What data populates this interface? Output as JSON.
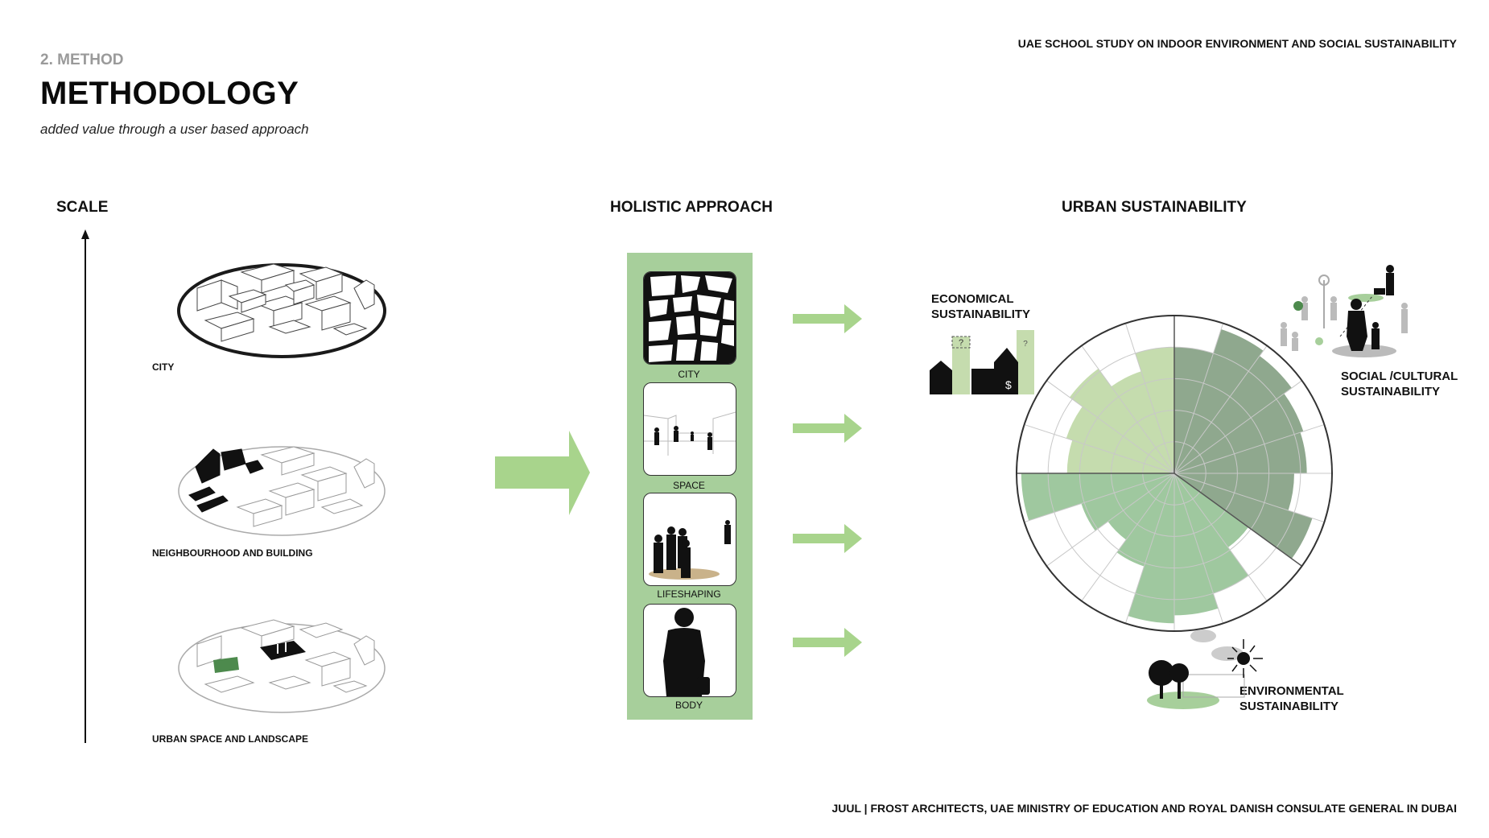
{
  "header": {
    "section": "2. METHOD",
    "title": "METHODOLOGY",
    "subtitle": "added value through a user based approach",
    "study_title": "UAE SCHOOL STUDY ON INDOOR ENVIRONMENT AND SOCIAL SUSTAINABILITY"
  },
  "footer": {
    "credit": "JUUL | FROST ARCHITECTS, UAE MINISTRY OF EDUCATION AND ROYAL DANISH CONSULATE GENERAL IN DUBAI"
  },
  "scale": {
    "heading": "SCALE",
    "levels": [
      {
        "label": "CITY"
      },
      {
        "label": "NEIGHBOURHOOD AND BUILDING"
      },
      {
        "label": "URBAN SPACE AND LANDSCAPE"
      }
    ]
  },
  "holistic": {
    "heading": "HOLISTIC APPROACH",
    "panels": [
      {
        "label": "CITY"
      },
      {
        "label": "SPACE"
      },
      {
        "label": "LIFESHAPING"
      },
      {
        "label": "BODY"
      }
    ]
  },
  "urban": {
    "heading": "URBAN SUSTAINABILITY",
    "economical": {
      "line1": "ECONOMICAL",
      "line2": "SUSTAINABILITY"
    },
    "social": {
      "line1": "SOCIAL /CULTURAL",
      "line2": "SUSTAINABILITY"
    },
    "environmental": {
      "line1": "ENVIRONMENTAL",
      "line2": "SUSTAINABILITY"
    }
  },
  "colors": {
    "light_green": "#c5dcae",
    "mid_green": "#9fc89f",
    "dark_green": "#8fa88e",
    "panel_green": "#a7cf9b",
    "arrow_green": "#a8d48c",
    "accent_green": "#4d8a4d"
  }
}
